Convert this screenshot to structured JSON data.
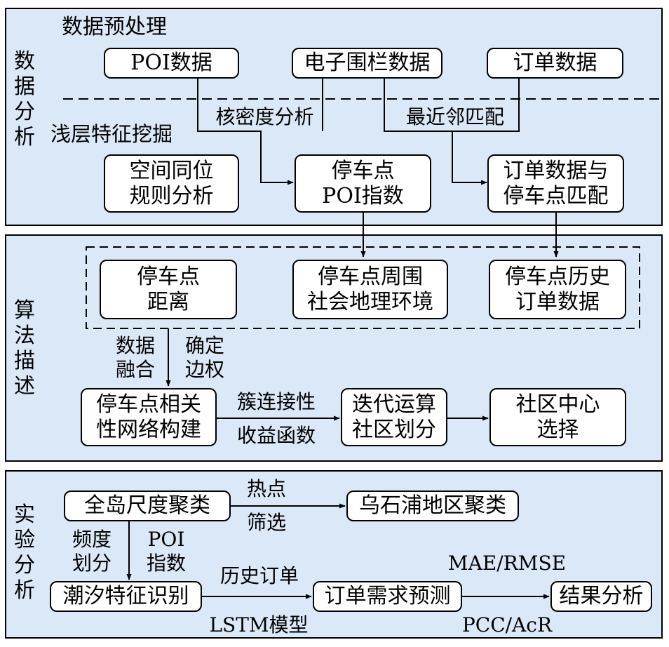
{
  "sections": {
    "data_analysis": {
      "title": "数据分析",
      "sub_preprocess": "数据预处理",
      "sub_shallow": "浅层特征挖掘"
    },
    "algorithm": {
      "title": "算法描述"
    },
    "experiment": {
      "title": "实验分析"
    }
  },
  "nodes": {
    "poi_data": "POI数据",
    "fence_data": "电子围栏数据",
    "order_data": "订单数据",
    "colocation": "空间同位\n规则分析",
    "poi_index": "停车点\nPOI指数",
    "order_match": "订单数据与\n停车点匹配",
    "distance": "停车点\n距离",
    "environment": "停车点周围\n社会地理环境",
    "history_orders": "停车点历史\n订单数据",
    "network": "停车点相关\n性网络构建",
    "community": "迭代运算\n社区划分",
    "center_select": "社区中心\n选择",
    "island_cluster": "全岛尺度聚类",
    "wushipu": "乌石浦地区聚类",
    "tidal": "潮汐特征识别",
    "demand": "订单需求预测",
    "result": "结果分析"
  },
  "edge_labels": {
    "kde": "核密度分析",
    "nearest": "最近邻匹配",
    "fusion": "数据\n融合",
    "weights": "确定\n边权",
    "cluster_conn": "簇连接性",
    "gain": "收益函数",
    "hotspot": "热点",
    "filter": "筛选",
    "freq": "频度\n划分",
    "poi_idx": "POI\n指数",
    "hist_order": "历史订单",
    "lstm": "LSTM模型",
    "mae": "MAE/RMSE",
    "pcc": "PCC/AcR"
  }
}
